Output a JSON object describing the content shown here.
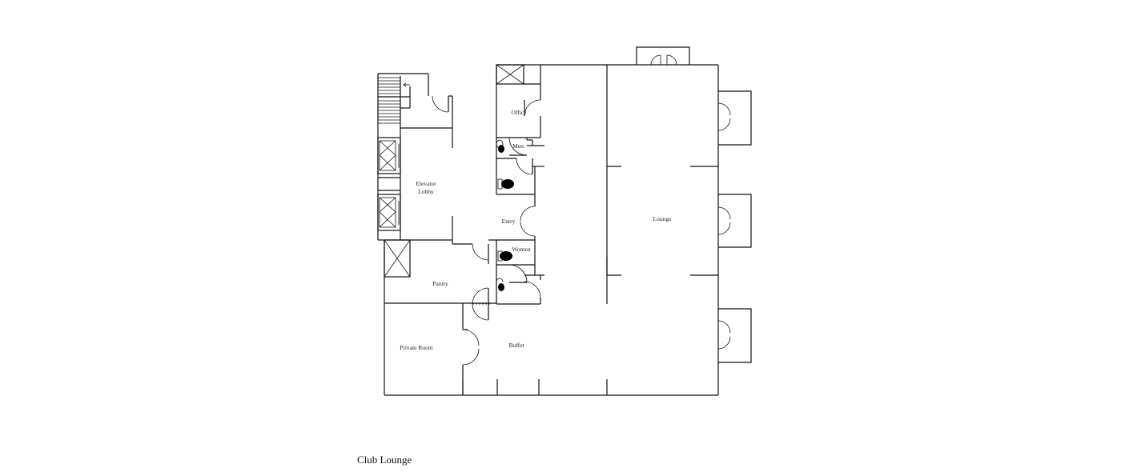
{
  "caption": "Club Lounge",
  "rooms": {
    "office": "Office",
    "men": "Men",
    "elevator_lobby_line1": "Elevator",
    "elevator_lobby_line2": "Lobby",
    "entry": "Entry",
    "lounge": "Lounge",
    "women": "Women",
    "pantry": "Pantry",
    "private_room": "Private Room",
    "buffet": "Buffet"
  }
}
